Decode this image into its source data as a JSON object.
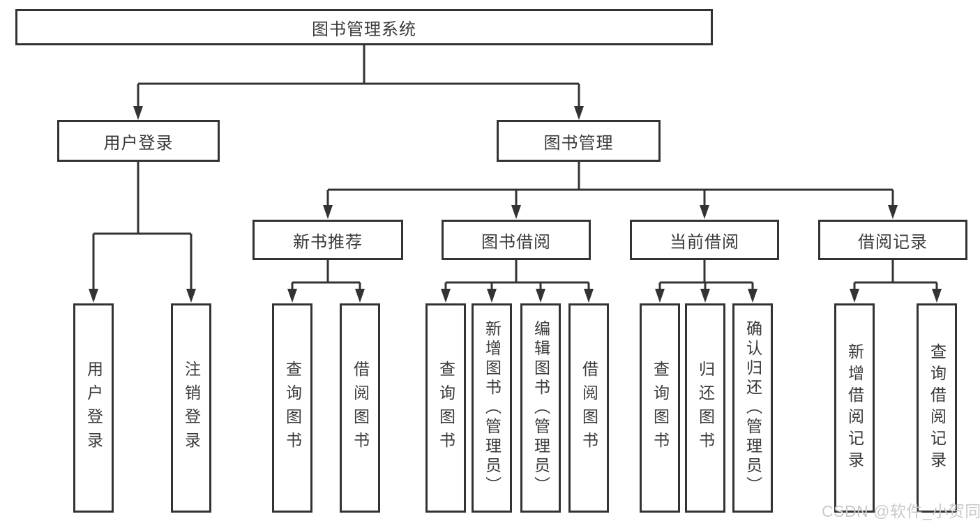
{
  "diagram": {
    "title": "图书管理系统",
    "tree": {
      "root": {
        "label": "图书管理系统"
      },
      "level2": [
        {
          "label": "用户登录"
        },
        {
          "label": "图书管理"
        }
      ],
      "level3": [
        {
          "label": "新书推荐"
        },
        {
          "label": "图书借阅"
        },
        {
          "label": "当前借阅"
        },
        {
          "label": "借阅记录"
        }
      ],
      "leaves": {
        "user_login": [
          "用户登录",
          "注销登录"
        ],
        "new_book_recommend": [
          "查询图书",
          "借阅图书"
        ],
        "book_borrow": [
          "查询图书",
          "新增图书（管理员）",
          "编辑图书（管理员）",
          "借阅图书"
        ],
        "current_borrow": [
          "查询图书",
          "归还图书",
          "确认归还（管理员）"
        ],
        "borrow_records": [
          "新增借阅记录",
          "查询借阅记录"
        ]
      }
    },
    "colors": {
      "line": "#333333",
      "box_border": "#333333",
      "text": "#3a3a3a",
      "background": "#ffffff",
      "watermark": "#c9c9c9"
    }
  },
  "watermark": {
    "text": "CSDN @软件_小贺同学"
  }
}
